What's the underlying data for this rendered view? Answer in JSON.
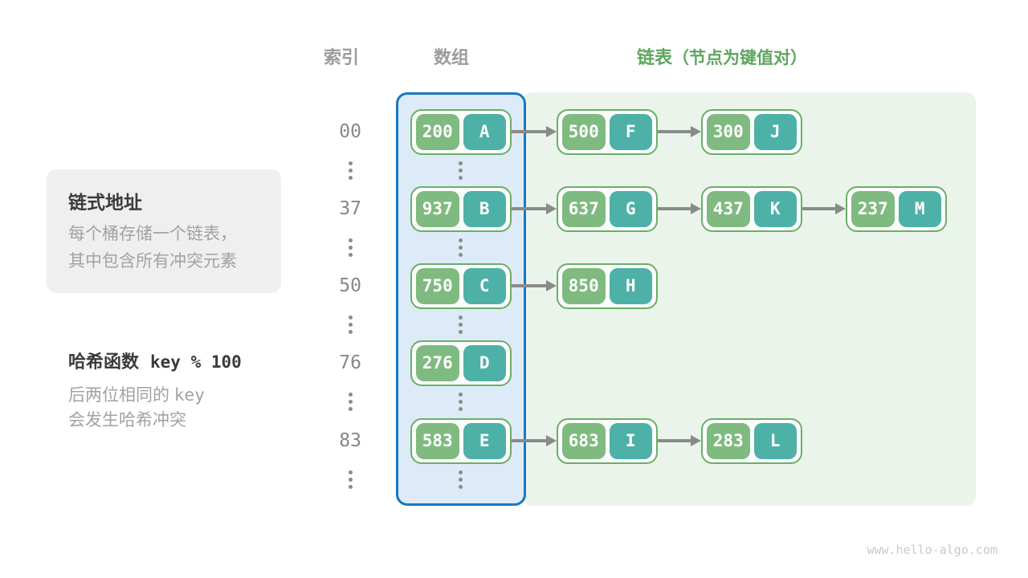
{
  "page": {
    "watermark": "www.hello-algo.com"
  },
  "colors": {
    "key_green": "#7fba80",
    "value_teal": "#4db1a8",
    "node_border_green": "#69af69",
    "array_fill_blue": "#dcebf7",
    "array_border_blue": "#1a78c2",
    "list_panel_green": "#eaf4ea",
    "arrow_gray": "#8a8a8a",
    "header_gray": "#9c9c9c",
    "header_green": "#5fa55f"
  },
  "headers": {
    "index": "索引",
    "array": "数组",
    "list": "链表",
    "list_note": "（节点为键值对）"
  },
  "notes": {
    "chaining_title": "链式地址",
    "chaining_line1": "每个桶存储一个链表，",
    "chaining_line2": "其中包含所有冲突元素",
    "hash_title": "哈希函数",
    "hash_code": "key % 100",
    "hash_line1_text": "后两位相同的",
    "hash_line1_code": "key",
    "hash_line2": "会发生哈希冲突"
  },
  "table": {
    "rows": [
      {
        "index": "00",
        "chain": [
          {
            "key": "200",
            "val": "A"
          },
          {
            "key": "500",
            "val": "F"
          },
          {
            "key": "300",
            "val": "J"
          }
        ]
      },
      {
        "index": "37",
        "chain": [
          {
            "key": "937",
            "val": "B"
          },
          {
            "key": "637",
            "val": "G"
          },
          {
            "key": "437",
            "val": "K"
          },
          {
            "key": "237",
            "val": "M"
          }
        ]
      },
      {
        "index": "50",
        "chain": [
          {
            "key": "750",
            "val": "C"
          },
          {
            "key": "850",
            "val": "H"
          }
        ]
      },
      {
        "index": "76",
        "chain": [
          {
            "key": "276",
            "val": "D"
          }
        ]
      },
      {
        "index": "83",
        "chain": [
          {
            "key": "583",
            "val": "E"
          },
          {
            "key": "683",
            "val": "I"
          },
          {
            "key": "283",
            "val": "L"
          }
        ]
      }
    ]
  }
}
